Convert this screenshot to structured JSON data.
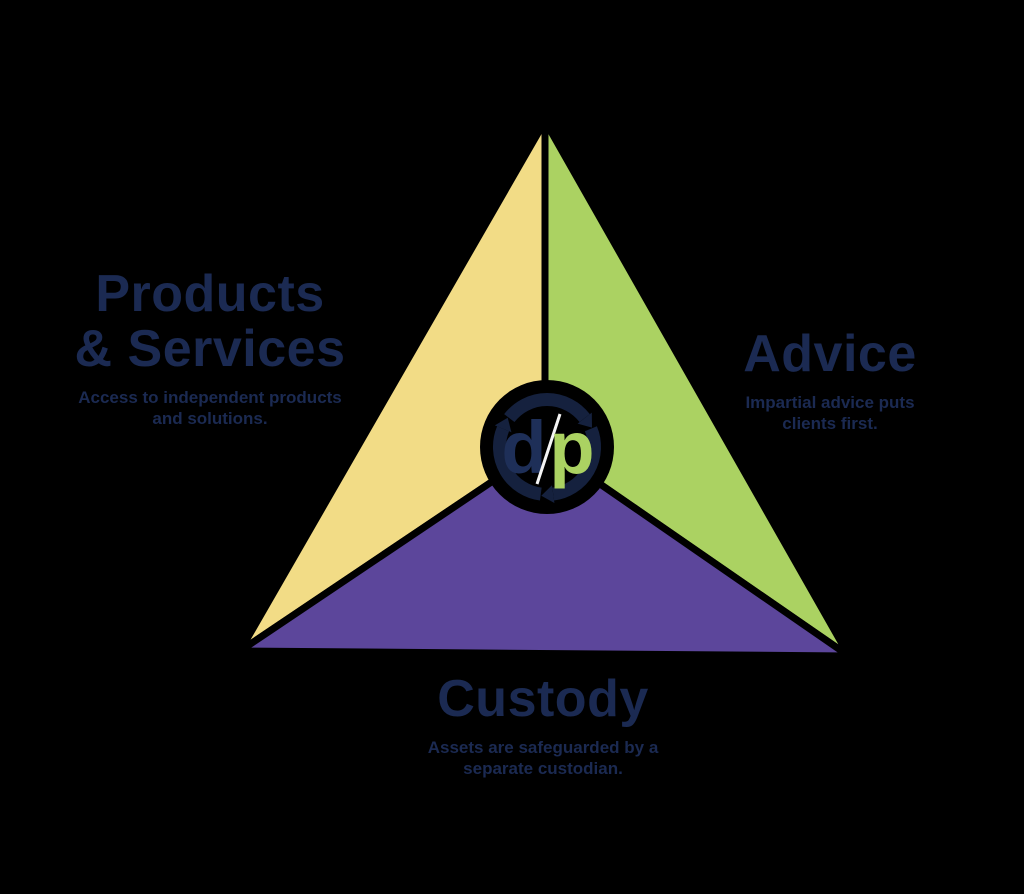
{
  "background_color": "#000000",
  "diagram": {
    "type": "triangle-infographic",
    "colors": {
      "products_yellow": "#F2DC86",
      "advice_green": "#ABD262",
      "custody_purple": "#5C469B",
      "navy_text": "#1B2A52",
      "ring_navy": "#15213E",
      "logo_d_navy": "#1E2F58",
      "logo_p_green": "#ABD262",
      "logo_slash_white": "#F5F5F5",
      "divider_black": "#000000"
    },
    "sections": [
      {
        "id": "products-services",
        "color": "#F2DC86",
        "title_line1": "Products",
        "title_line2": "& Services",
        "subtitle_line1": "Access to independent products",
        "subtitle_line2": "and solutions."
      },
      {
        "id": "advice",
        "color": "#ABD262",
        "title": "Advice",
        "subtitle_line1": "Impartial advice puts",
        "subtitle_line2": "clients first."
      },
      {
        "id": "custody",
        "color": "#5C469B",
        "title": "Custody",
        "subtitle_line1": "Assets are safeguarded by a",
        "subtitle_line2": "separate custodian."
      }
    ],
    "center_logo": {
      "letter_d": "d",
      "letter_p": "p",
      "slash": "/"
    }
  }
}
